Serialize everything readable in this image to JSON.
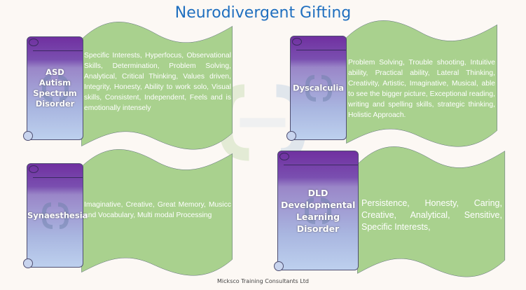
{
  "title": "Neurodivergent Gifting",
  "panels": [
    {
      "heading": "ASD Autism Spectrum Disorder",
      "text": "Specific Interests, Hyperfocus, Observational Skills, Determination, Problem Solving, Analytical, Critical Thinking, Values driven, Integrity, Honesty, Ability to work solo, Visual skills, Consistent, Independent, Feels and is emotionally intensely"
    },
    {
      "heading": "Dyscalculia",
      "text": "Problem Solving, Trouble shooting, Intuitive ability, Practical ability, Lateral Thinking, Creativity, Artistic, Imaginative, Musical, able to see the bigger picture, Exceptional reading, writing and spelling skills, strategic thinking, Holistic Approach."
    },
    {
      "heading": "Synaesthesia",
      "text": "Imaginative, Creative, Great Memory, Musicc and Vocabulary, Multi modal Processing"
    },
    {
      "heading": "DLD Developmental Learning Disorder",
      "text": "Persistence, Honesty, Caring, Creative, Analytical, Sensitive, Specific Interests,"
    }
  ],
  "footer": "Micksco Training Consultants Ltd",
  "colors": {
    "title": "#1f6fbf",
    "wave": "#a9d18e",
    "scroll_top": "#7030a0"
  }
}
